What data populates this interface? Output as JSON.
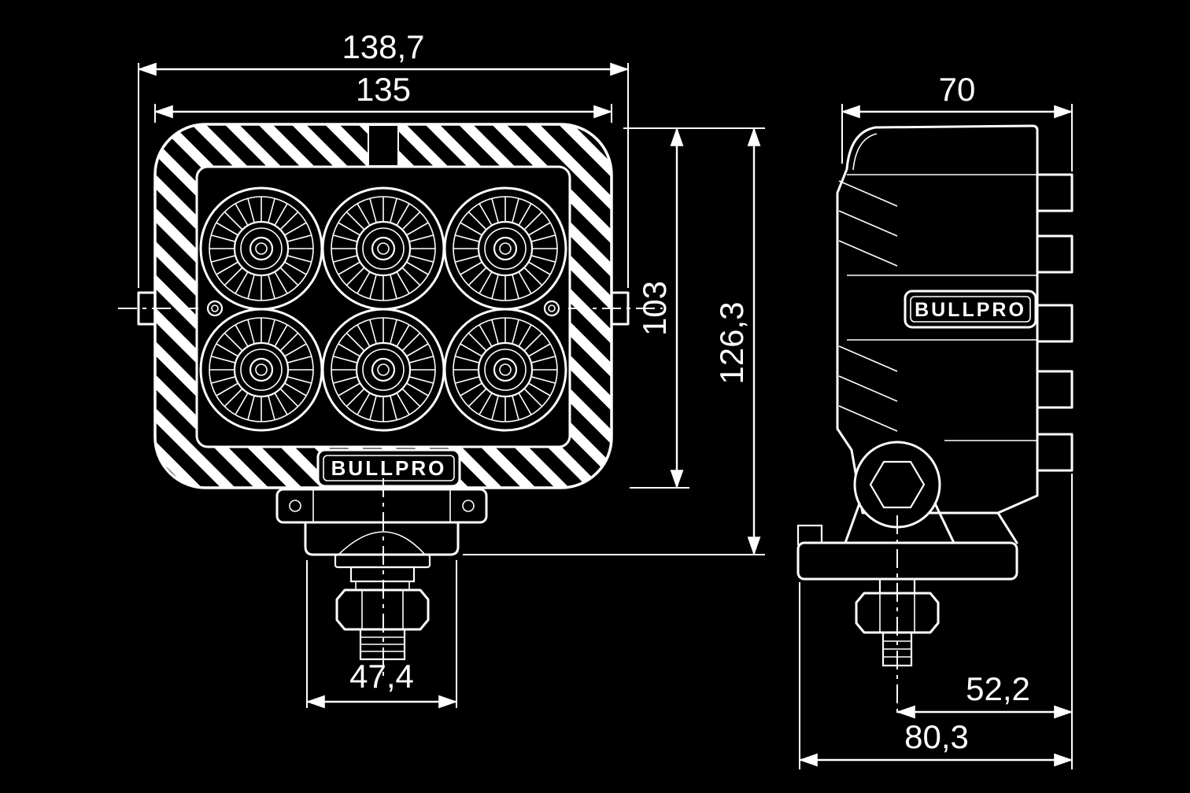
{
  "brand": "BULLPRO",
  "colors": {
    "background": "#000000",
    "line": "#ffffff"
  },
  "dims": {
    "overall_width": "138,7",
    "housing_width": "135",
    "housing_height": "103",
    "overall_height": "126,3",
    "bracket_width": "47,4",
    "depth": "70",
    "bolt_to_back": "52,2",
    "overall_depth": "80,3"
  }
}
